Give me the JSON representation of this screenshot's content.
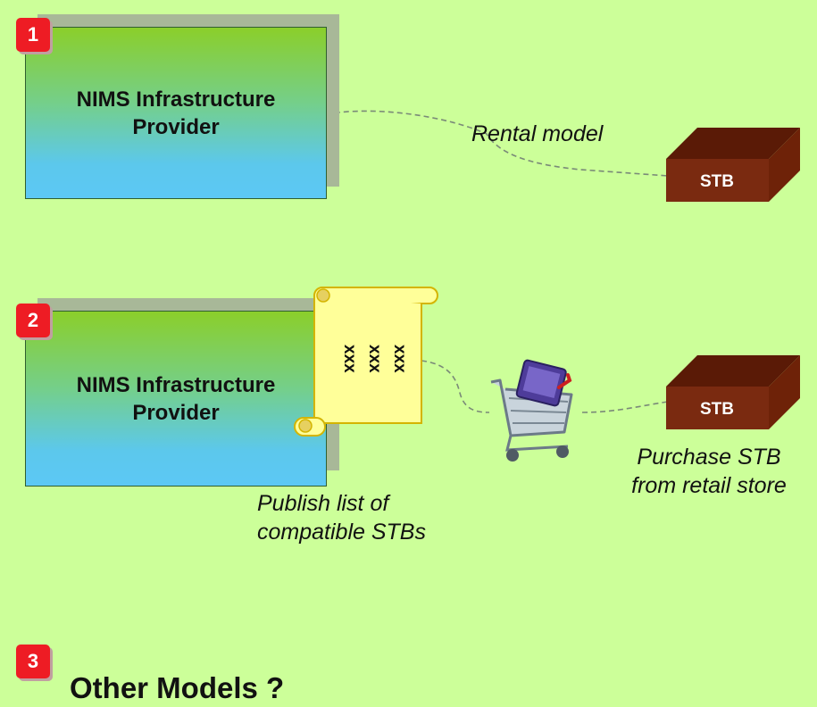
{
  "models": [
    {
      "number": "1",
      "provider": "NIMS Infrastructure Provider",
      "caption": "Rental model",
      "stb_label": "STB"
    },
    {
      "number": "2",
      "provider": "NIMS Infrastructure Provider",
      "list_marks": [
        "xxx",
        "xxx",
        "xxx"
      ],
      "publish_caption_line1": "Publish list of",
      "publish_caption_line2": "compatible STBs",
      "purchase_caption_line1": "Purchase STB",
      "purchase_caption_line2": "from retail store",
      "stb_label": "STB"
    },
    {
      "number": "3",
      "title": "Other Models ?"
    }
  ],
  "colors": {
    "background": "#ccff99",
    "badge": "#ee1c24",
    "stb": "#7a2a10",
    "scroll": "#ffff99"
  },
  "icons": [
    "shopping-cart-icon",
    "scroll-icon",
    "stb-box-icon"
  ]
}
